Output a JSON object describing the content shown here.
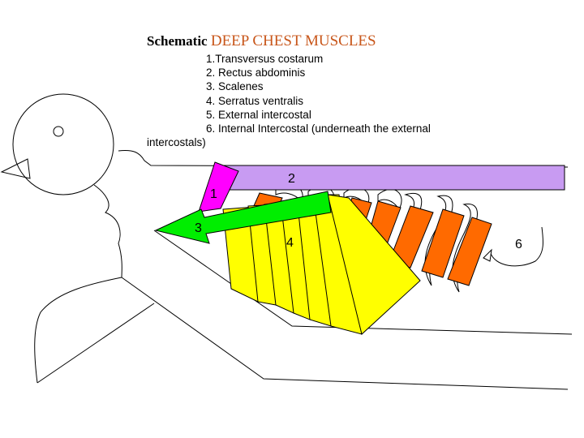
{
  "title": {
    "bold": "Schematic",
    "colored": "DEEP CHEST MUSCLES",
    "colored_color": "#c8561a"
  },
  "legend": [
    "1.Transversus costarum",
    "2. Rectus abdominis",
    "3. Scalenes",
    "4. Serratus ventralis",
    "5. External intercostal",
    "6. Internal Intercostal (underneath the external intercostals)"
  ],
  "muscles": [
    {
      "id": "transversus-costarum",
      "label": "1",
      "color": "#ff00ff"
    },
    {
      "id": "rectus-abdominis",
      "label": "2",
      "color": "#c89bf2"
    },
    {
      "id": "scalenes",
      "label": "3",
      "color": "#00ee00"
    },
    {
      "id": "serratus-ventralis",
      "label": "4",
      "color": "#ffff00"
    },
    {
      "id": "external-intercostal",
      "label": "",
      "color": "#ff6a00"
    },
    {
      "id": "internal-intercostal",
      "label": "6",
      "color": ""
    }
  ]
}
